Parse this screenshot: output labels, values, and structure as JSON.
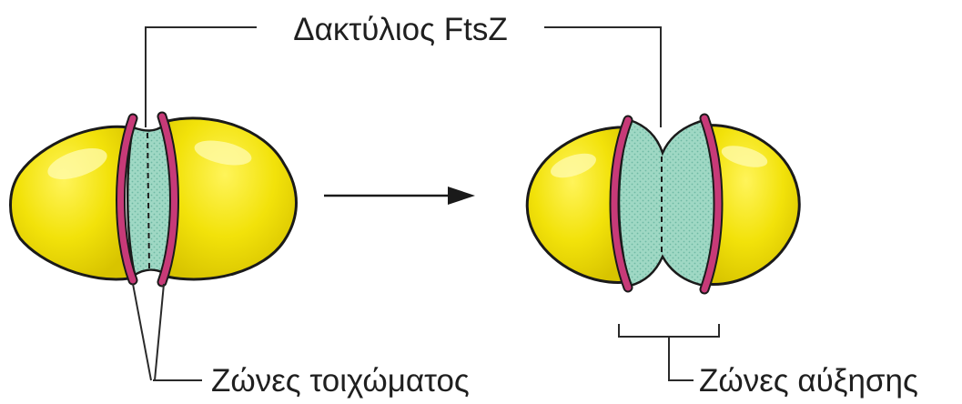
{
  "labels": {
    "ftsz_ring": "Δακτύλιος FtsZ",
    "wall_zones": "Ζώνες τοιχώματος",
    "growth_zones": "Ζώνες αύξησης"
  },
  "colors": {
    "cell_body": "#f2e20a",
    "septum": "#9fd8c4",
    "bands": "#c73a78",
    "outline": "#1a1a1a"
  },
  "icons": {
    "process_arrow": "right-arrow-icon"
  }
}
